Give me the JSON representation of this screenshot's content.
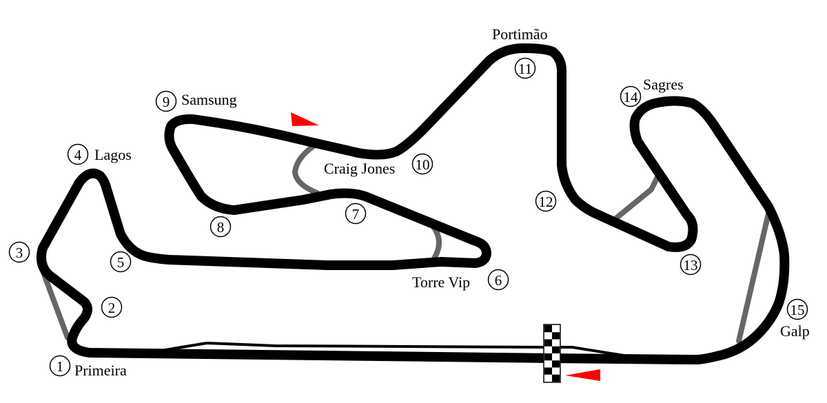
{
  "colors": {
    "track": "#000000",
    "runoff": "#666666",
    "direction_arrow": "#ff0000"
  },
  "turns": [
    {
      "number": "1",
      "name": "Primeira"
    },
    {
      "number": "2",
      "name": ""
    },
    {
      "number": "3",
      "name": ""
    },
    {
      "number": "4",
      "name": "Lagos"
    },
    {
      "number": "5",
      "name": ""
    },
    {
      "number": "6",
      "name": "Torre Vip"
    },
    {
      "number": "7",
      "name": ""
    },
    {
      "number": "8",
      "name": ""
    },
    {
      "number": "9",
      "name": "Samsung"
    },
    {
      "number": "10",
      "name": "Craig Jones"
    },
    {
      "number": "11",
      "name": "Portimão"
    },
    {
      "number": "12",
      "name": ""
    },
    {
      "number": "13",
      "name": ""
    },
    {
      "number": "14",
      "name": "Sagres"
    },
    {
      "number": "15",
      "name": "Galp"
    }
  ]
}
